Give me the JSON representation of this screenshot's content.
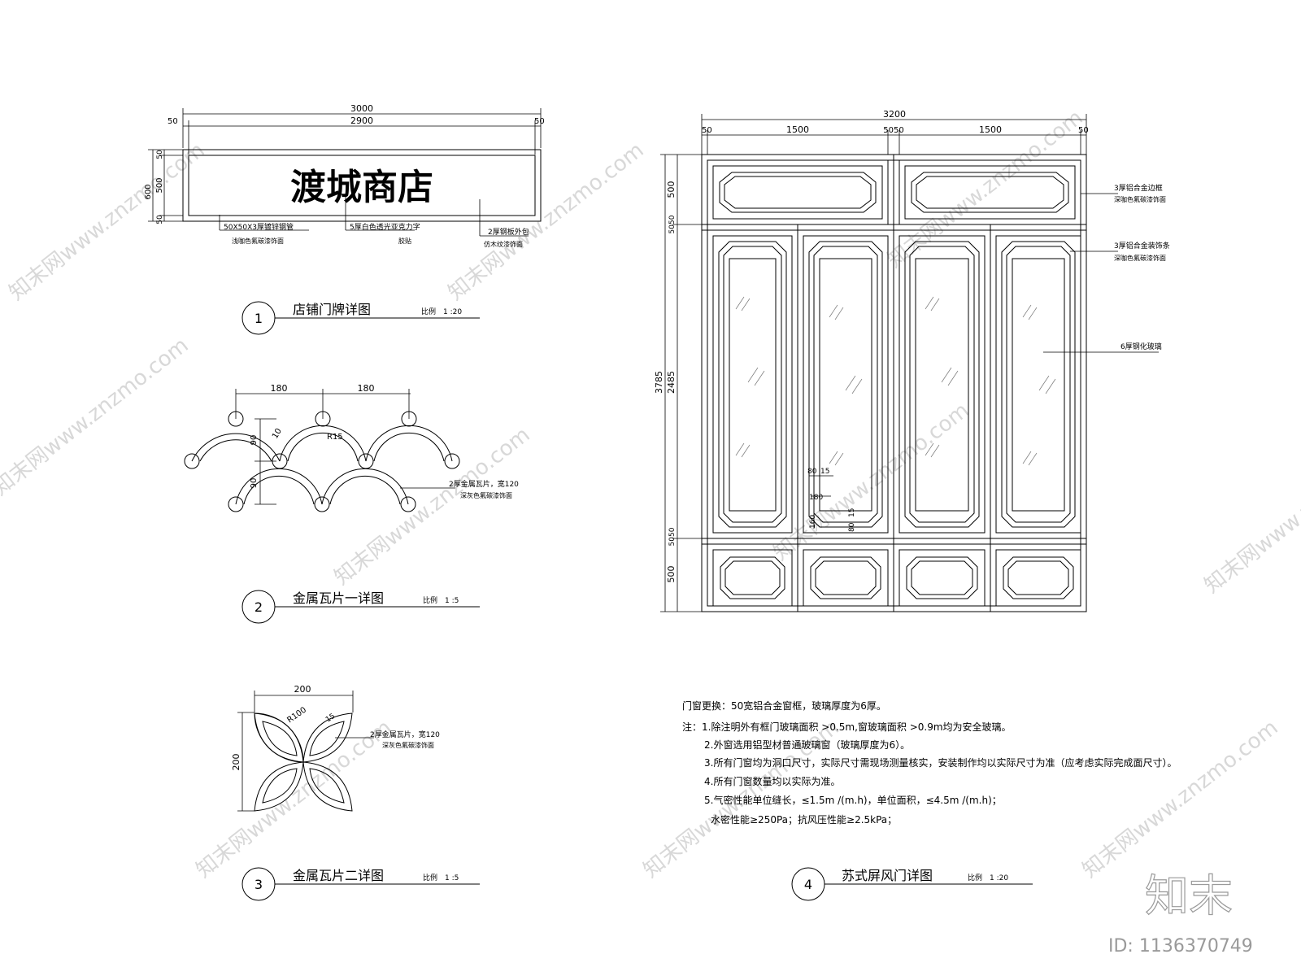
{
  "watermark": {
    "text": "知末网www.znzmo.com",
    "brand": "知末",
    "id_label": "ID: 1136370749"
  },
  "detail1": {
    "number": "1",
    "title": "店铺门牌详图",
    "scale": "比例　1 :20",
    "sign_text": "渡城商店",
    "dims": {
      "total": "3000",
      "inner": "2900",
      "margin": "50",
      "height": "600",
      "mid": "500"
    },
    "notes": {
      "n1a": "50X50X3厚镀锌钢管",
      "n1b": "浅咖色氟碳漆饰面",
      "n2a": "5厚白色透光亚克力字",
      "n2b": "胶贴",
      "n3a": "2厚钢板外包",
      "n3b": "仿木纹漆饰面"
    }
  },
  "detail2": {
    "number": "2",
    "title": "金属瓦片一详图",
    "scale": "比例　1 :5",
    "dims": {
      "w1": "180",
      "w2": "180",
      "h1": "90",
      "h2": "90",
      "t": "10",
      "r": "R15"
    },
    "notes": {
      "a": "2厚金属瓦片，宽120",
      "b": "深灰色氟碳漆饰面"
    }
  },
  "detail3": {
    "number": "3",
    "title": "金属瓦片二详图",
    "scale": "比例　1 :5",
    "dims": {
      "w": "200",
      "h": "200",
      "r": "R100",
      "t": "15"
    },
    "notes": {
      "a": "2厚金属瓦片，宽120",
      "b": "深灰色氟碳漆饰面"
    }
  },
  "detail4": {
    "number": "4",
    "title": "苏式屏风门详图",
    "scale": "比例　1 :20",
    "dims": {
      "total": "3200",
      "m50": "50",
      "half": "1500",
      "mid": "5050",
      "height": "3785",
      "top": "500",
      "main": "2485",
      "bottom": "500",
      "gap": "5050",
      "d80": "80",
      "d15": "15",
      "d180": "180",
      "d160": "160",
      "d80b": "80",
      "d15b": "15"
    },
    "notes": {
      "a1": "3厚铝合金边框",
      "a2": "深咖色氟碳漆饰面",
      "b1": "3厚铝合金装饰条",
      "b2": "深咖色氟碳漆饰面",
      "c1": "6厚钢化玻璃"
    }
  },
  "general_notes": {
    "heading": "门窗更换：50宽铝合金窗框，玻璃厚度为6厚。",
    "line1": "注：1.除注明外有框门玻璃面积 >0.5m,窗玻璃面积 >0.9m均为安全玻璃。",
    "line2": "2.外窗选用铝型材普通玻璃窗（玻璃厚度为6）。",
    "line3": "3.所有门窗均为洞口尺寸，实际尺寸需现场测量核实，安装制作均以实际尺寸为准（应考虑实际完成面尺寸）。",
    "line4": "4.所有门窗数量均以实际为准。",
    "line5": "5.气密性能单位缝长，≤1.5m /(m.h)，单位面积，≤4.5m /(m.h)；",
    "line6": "水密性能≥250Pa；抗风压性能≥2.5kPa；"
  }
}
